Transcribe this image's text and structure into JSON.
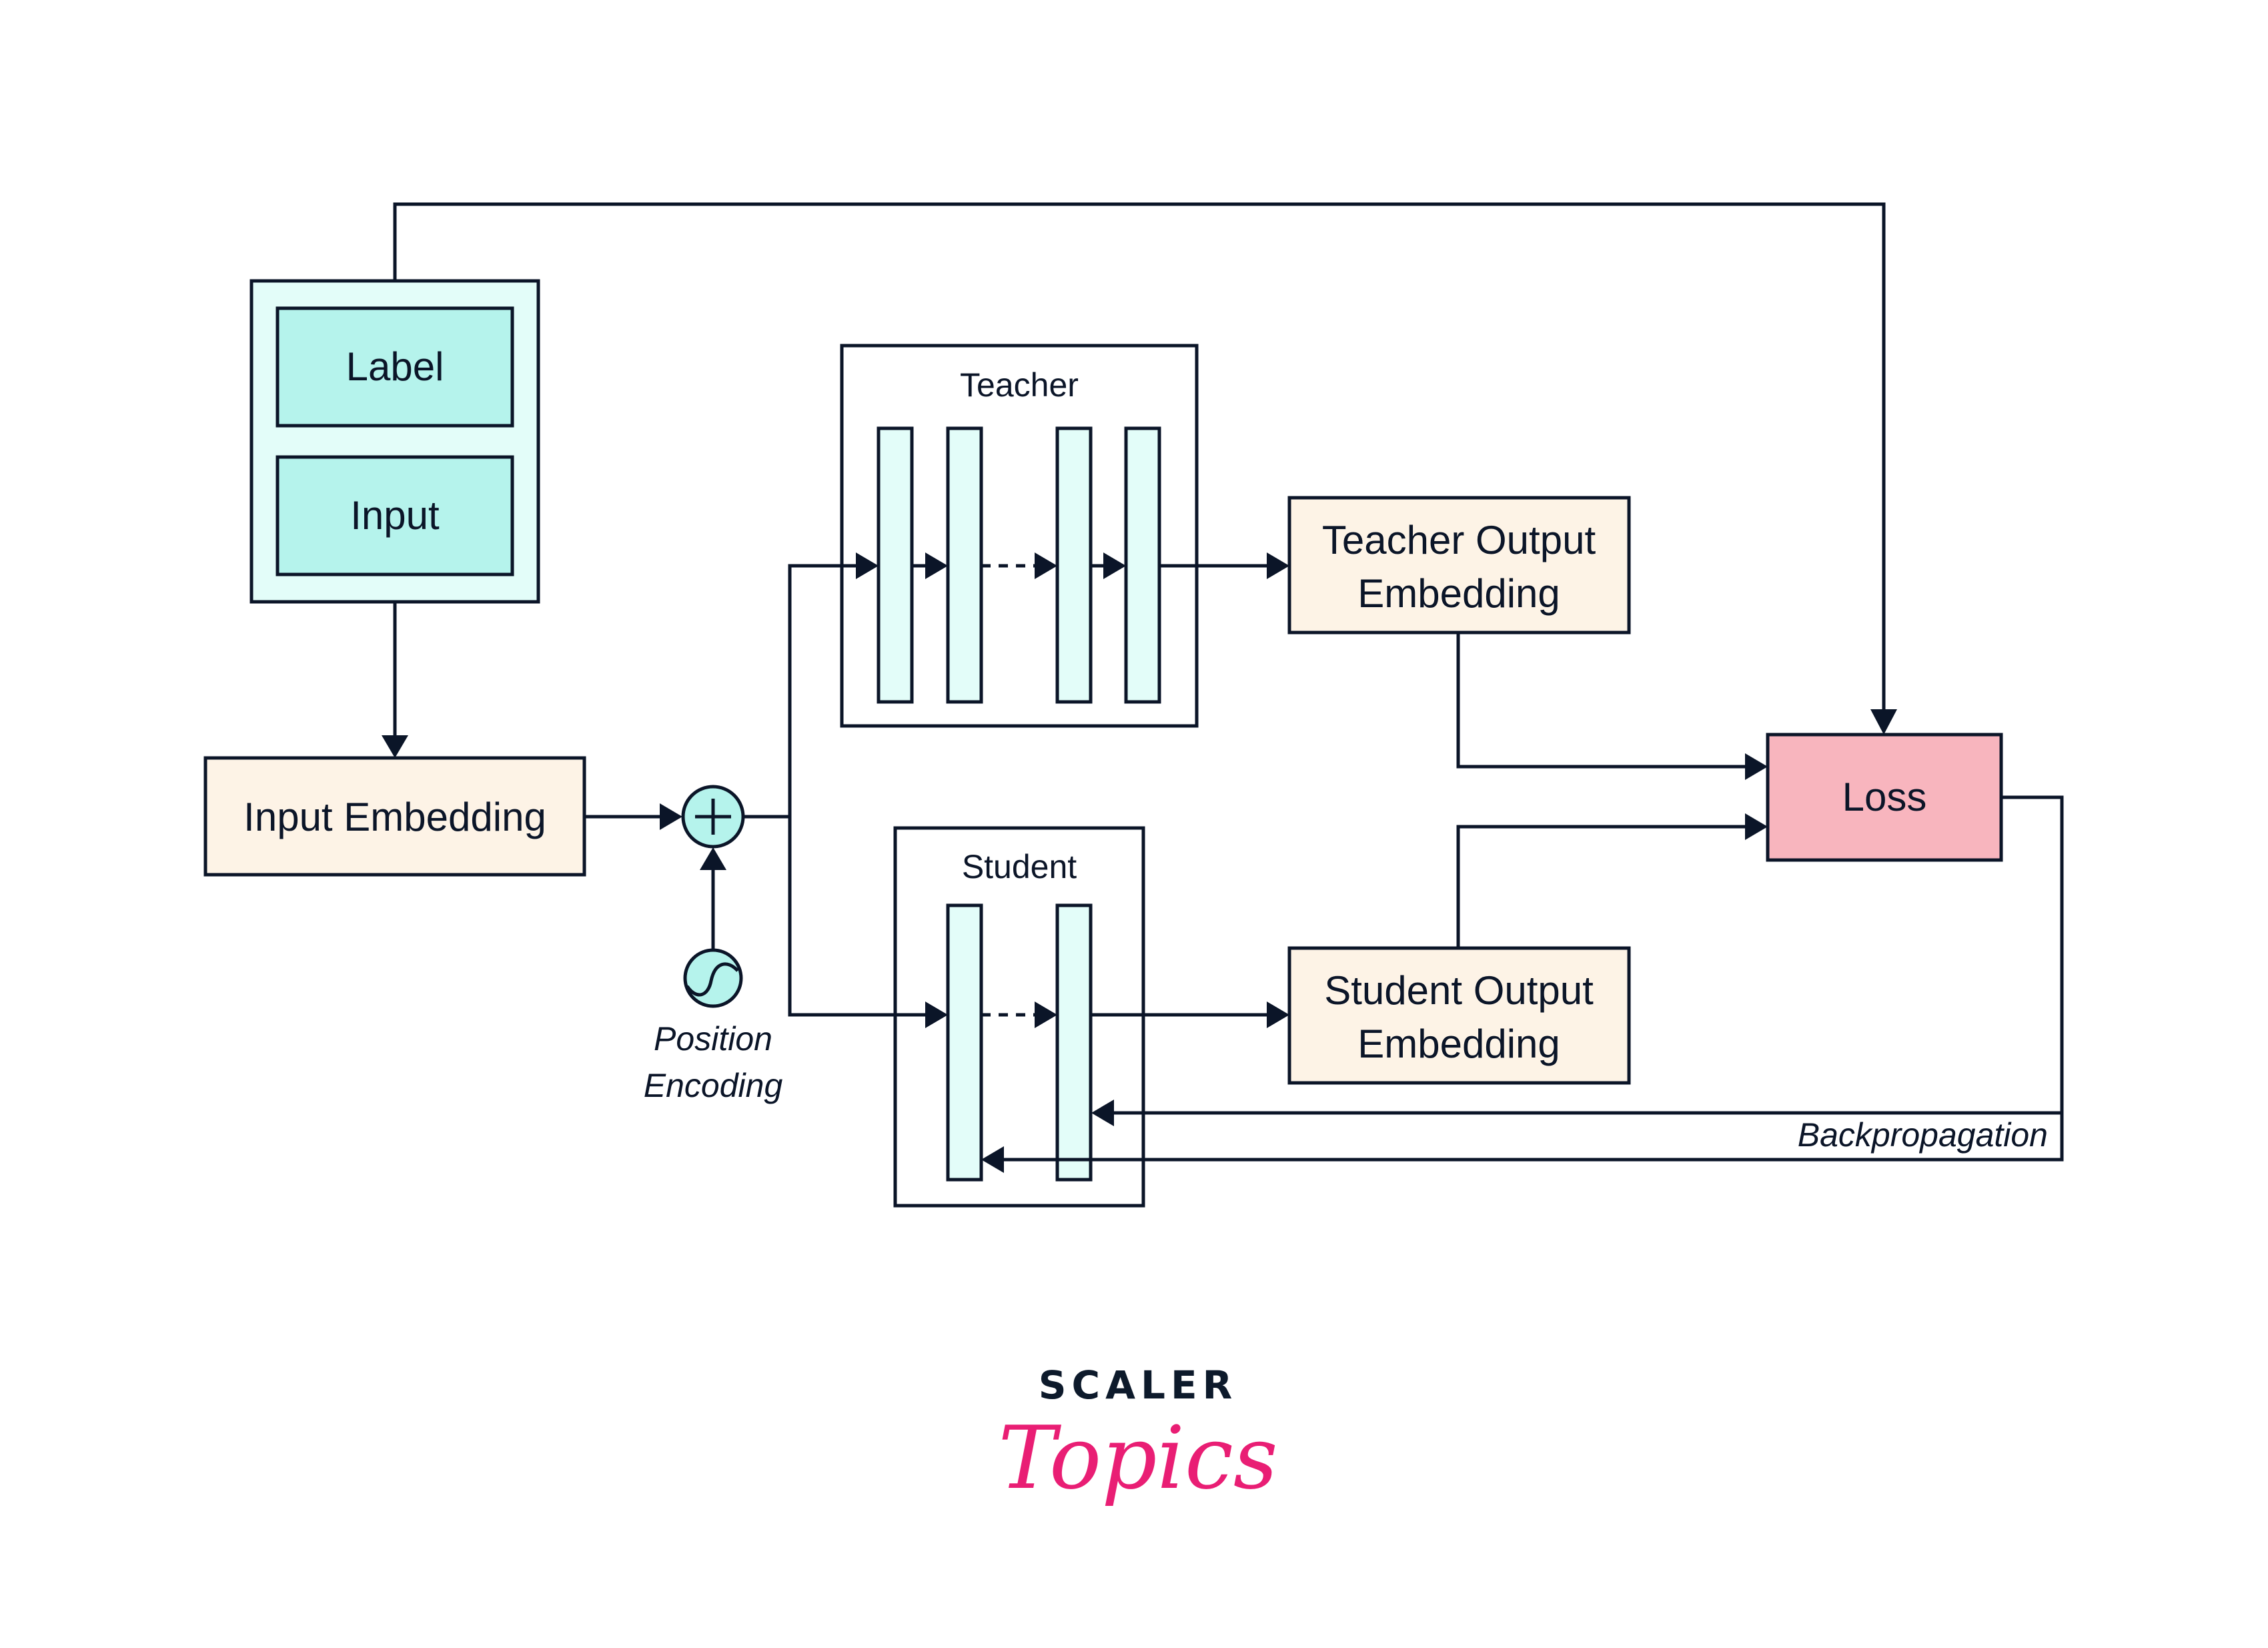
{
  "diagram": {
    "title": "Knowledge Distillation: Teacher-Student Transformer Training",
    "colors": {
      "stroke": "#0b1528",
      "container_fill": "#e3fdf9",
      "data_fill": "#b5f3ec",
      "layer_fill": "#e3fdf9",
      "embedding_fill": "#fdf3e6",
      "loss_fill": "#f8b5be",
      "brand_pink": "#e91e74",
      "brand_dark": "#0d1a2b"
    },
    "nodes": {
      "label": "Label",
      "input": "Input",
      "input_embedding": "Input Embedding",
      "add_op": "+",
      "position_encoding_line1": "Position",
      "position_encoding_line2": "Encoding",
      "teacher": "Teacher",
      "student": "Student",
      "teacher_output_line1": "Teacher Output",
      "teacher_output_line2": "Embedding",
      "student_output_line1": "Student Output",
      "student_output_line2": "Embedding",
      "loss": "Loss",
      "backpropagation": "Backpropagation"
    },
    "teacher_layers": 4,
    "student_layers": 2,
    "edges": [
      {
        "from": "Label/Input",
        "to": "Loss",
        "style": "solid"
      },
      {
        "from": "Label/Input",
        "to": "Input Embedding",
        "style": "solid"
      },
      {
        "from": "Input Embedding",
        "to": "+",
        "style": "solid"
      },
      {
        "from": "Position Encoding",
        "to": "+",
        "style": "solid"
      },
      {
        "from": "+",
        "to": "Teacher",
        "style": "solid"
      },
      {
        "from": "+",
        "to": "Student",
        "style": "solid"
      },
      {
        "from": "Teacher",
        "to": "Teacher Output Embedding",
        "style": "solid"
      },
      {
        "from": "Student",
        "to": "Student Output Embedding",
        "style": "solid"
      },
      {
        "from": "Teacher Output Embedding",
        "to": "Loss",
        "style": "solid"
      },
      {
        "from": "Student Output Embedding",
        "to": "Loss",
        "style": "solid"
      },
      {
        "from": "Loss",
        "to": "Student",
        "style": "solid",
        "label": "Backpropagation"
      }
    ]
  },
  "logo": {
    "top": "SCALER",
    "bottom": "Topics"
  }
}
